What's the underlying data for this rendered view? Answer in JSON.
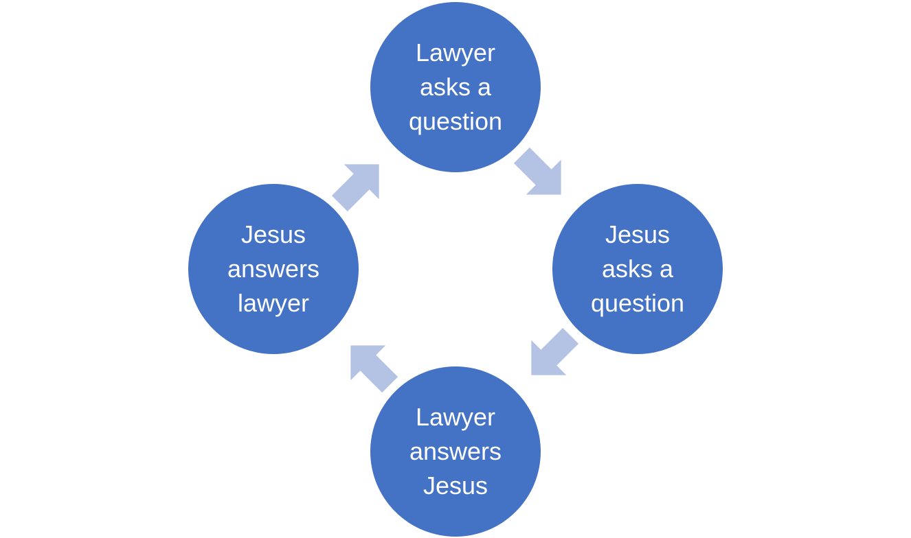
{
  "colors": {
    "node_fill": "#4472C4",
    "arrow_fill": "#B4C2E3",
    "label_color": "#FFFFFF"
  },
  "nodes": {
    "top": {
      "label": "Lawyer\nasks a\nquestion"
    },
    "right": {
      "label": "Jesus\nasks a\nquestion"
    },
    "bottom": {
      "label": "Lawyer\nanswers\nJesus"
    },
    "left": {
      "label": "Jesus\nanswers\nlawyer"
    }
  },
  "arrows": [
    {
      "from": "top",
      "to": "right"
    },
    {
      "from": "right",
      "to": "bottom"
    },
    {
      "from": "bottom",
      "to": "left"
    },
    {
      "from": "left",
      "to": "top"
    }
  ]
}
